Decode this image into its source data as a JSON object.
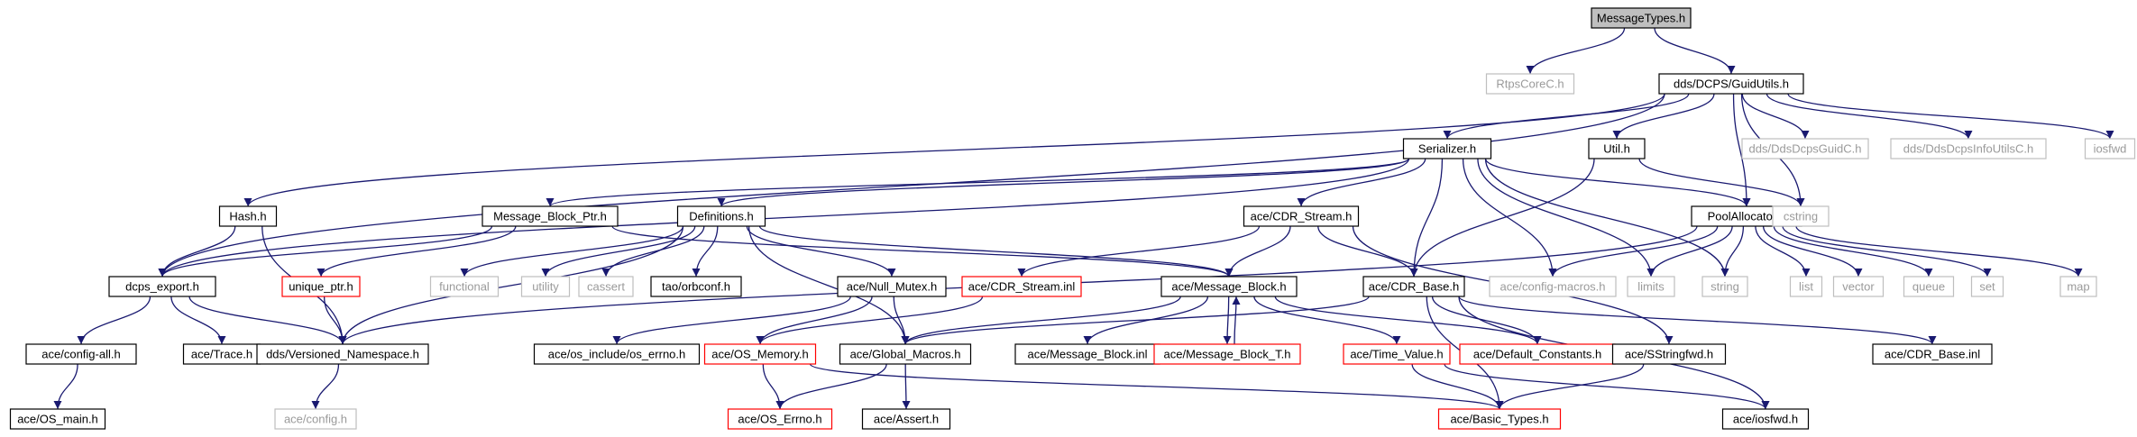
{
  "colors": {
    "edge": "#191970",
    "normal_border": "#000000",
    "missing_border": "#bfbfbf",
    "missing_text": "#9a9a9a",
    "broken_border": "#ff0000",
    "root_fill": "#bfbfbf",
    "text": "#000000"
  },
  "nodes": [
    {
      "id": "n_messagetypes",
      "label": "MessageTypes.h",
      "kind": "root"
    },
    {
      "id": "n_rtpscorec",
      "label": "RtpsCoreC.h",
      "kind": "missing"
    },
    {
      "id": "n_guidutils",
      "label": "dds/DCPS/GuidUtils.h",
      "kind": "normal"
    },
    {
      "id": "n_serializer",
      "label": "Serializer.h",
      "kind": "normal"
    },
    {
      "id": "n_util",
      "label": "Util.h",
      "kind": "normal"
    },
    {
      "id": "n_ddsdcpsguidc",
      "label": "dds/DdsDcpsGuidC.h",
      "kind": "missing"
    },
    {
      "id": "n_ddsdcpsinfoutilsc",
      "label": "dds/DdsDcpsInfoUtilsC.h",
      "kind": "missing"
    },
    {
      "id": "n_iosfwd",
      "label": "iosfwd",
      "kind": "missing"
    },
    {
      "id": "n_hash",
      "label": "Hash.h",
      "kind": "normal"
    },
    {
      "id": "n_mbptr",
      "label": "Message_Block_Ptr.h",
      "kind": "normal"
    },
    {
      "id": "n_definitions",
      "label": "Definitions.h",
      "kind": "normal"
    },
    {
      "id": "n_cdrstream",
      "label": "ace/CDR_Stream.h",
      "kind": "normal"
    },
    {
      "id": "n_poolalloc",
      "label": "PoolAllocator.h",
      "kind": "normal"
    },
    {
      "id": "n_cstring",
      "label": "cstring",
      "kind": "missing"
    },
    {
      "id": "n_dcpsexport",
      "label": "dcps_export.h",
      "kind": "normal"
    },
    {
      "id": "n_uniqueptr",
      "label": "unique_ptr.h",
      "kind": "broken"
    },
    {
      "id": "n_functional",
      "label": "functional",
      "kind": "missing"
    },
    {
      "id": "n_utility",
      "label": "utility",
      "kind": "missing"
    },
    {
      "id": "n_cassert",
      "label": "cassert",
      "kind": "missing"
    },
    {
      "id": "n_orbconf",
      "label": "tao/orbconf.h",
      "kind": "normal"
    },
    {
      "id": "n_nullmutex",
      "label": "ace/Null_Mutex.h",
      "kind": "normal"
    },
    {
      "id": "n_cdrstreaminl",
      "label": "ace/CDR_Stream.inl",
      "kind": "broken"
    },
    {
      "id": "n_msgblock",
      "label": "ace/Message_Block.h",
      "kind": "normal"
    },
    {
      "id": "n_cdrbase",
      "label": "ace/CDR_Base.h",
      "kind": "normal"
    },
    {
      "id": "n_configmacros",
      "label": "ace/config-macros.h",
      "kind": "missing"
    },
    {
      "id": "n_limits",
      "label": "limits",
      "kind": "missing"
    },
    {
      "id": "n_string",
      "label": "string",
      "kind": "missing"
    },
    {
      "id": "n_list",
      "label": "list",
      "kind": "missing"
    },
    {
      "id": "n_vector",
      "label": "vector",
      "kind": "missing"
    },
    {
      "id": "n_queue",
      "label": "queue",
      "kind": "missing"
    },
    {
      "id": "n_set",
      "label": "set",
      "kind": "missing"
    },
    {
      "id": "n_map",
      "label": "map",
      "kind": "missing"
    },
    {
      "id": "n_configall",
      "label": "ace/config-all.h",
      "kind": "normal"
    },
    {
      "id": "n_trace",
      "label": "ace/Trace.h",
      "kind": "normal"
    },
    {
      "id": "n_versionedns",
      "label": "dds/Versioned_Namespace.h",
      "kind": "normal"
    },
    {
      "id": "n_oserrnoinc",
      "label": "ace/os_include/os_errno.h",
      "kind": "normal"
    },
    {
      "id": "n_osmemory",
      "label": "ace/OS_Memory.h",
      "kind": "broken"
    },
    {
      "id": "n_globalmacros",
      "label": "ace/Global_Macros.h",
      "kind": "normal"
    },
    {
      "id": "n_msgblockinl",
      "label": "ace/Message_Block.inl",
      "kind": "normal"
    },
    {
      "id": "n_msgblockt",
      "label": "ace/Message_Block_T.h",
      "kind": "broken"
    },
    {
      "id": "n_timevalue",
      "label": "ace/Time_Value.h",
      "kind": "broken"
    },
    {
      "id": "n_defaultconst",
      "label": "ace/Default_Constants.h",
      "kind": "broken"
    },
    {
      "id": "n_sstringfwd",
      "label": "ace/SStringfwd.h",
      "kind": "normal"
    },
    {
      "id": "n_cdrbaseinl",
      "label": "ace/CDR_Base.inl",
      "kind": "normal"
    },
    {
      "id": "n_osmain",
      "label": "ace/OS_main.h",
      "kind": "normal"
    },
    {
      "id": "n_config",
      "label": "ace/config.h",
      "kind": "missing"
    },
    {
      "id": "n_oserrno",
      "label": "ace/OS_Errno.h",
      "kind": "broken"
    },
    {
      "id": "n_assert",
      "label": "ace/Assert.h",
      "kind": "normal"
    },
    {
      "id": "n_basictypes",
      "label": "ace/Basic_Types.h",
      "kind": "broken"
    },
    {
      "id": "n_aceiosfwd",
      "label": "ace/iosfwd.h",
      "kind": "normal"
    }
  ],
  "edges": [
    {
      "from": "n_messagetypes",
      "to": "n_rtpscorec"
    },
    {
      "from": "n_messagetypes",
      "to": "n_guidutils"
    },
    {
      "from": "n_guidutils",
      "to": "n_serializer"
    },
    {
      "from": "n_guidutils",
      "to": "n_util"
    },
    {
      "from": "n_guidutils",
      "to": "n_ddsdcpsguidc"
    },
    {
      "from": "n_guidutils",
      "to": "n_ddsdcpsinfoutilsc"
    },
    {
      "from": "n_guidutils",
      "to": "n_iosfwd"
    },
    {
      "from": "n_guidutils",
      "to": "n_dcpsexport"
    },
    {
      "from": "n_guidutils",
      "to": "n_poolalloc"
    },
    {
      "from": "n_guidutils",
      "to": "n_cstring"
    },
    {
      "from": "n_guidutils",
      "to": "n_hash"
    },
    {
      "from": "n_serializer",
      "to": "n_mbptr"
    },
    {
      "from": "n_serializer",
      "to": "n_definitions"
    },
    {
      "from": "n_serializer",
      "to": "n_cdrstream"
    },
    {
      "from": "n_serializer",
      "to": "n_poolalloc"
    },
    {
      "from": "n_serializer",
      "to": "n_cdrbase"
    },
    {
      "from": "n_serializer",
      "to": "n_configmacros"
    },
    {
      "from": "n_serializer",
      "to": "n_limits"
    },
    {
      "from": "n_serializer",
      "to": "n_string"
    },
    {
      "from": "n_serializer",
      "to": "n_dcpsexport"
    },
    {
      "from": "n_util",
      "to": "n_cdrbase"
    },
    {
      "from": "n_util",
      "to": "n_cstring"
    },
    {
      "from": "n_hash",
      "to": "n_dcpsexport"
    },
    {
      "from": "n_hash",
      "to": "n_versionedns"
    },
    {
      "from": "n_mbptr",
      "to": "n_dcpsexport"
    },
    {
      "from": "n_mbptr",
      "to": "n_uniqueptr"
    },
    {
      "from": "n_mbptr",
      "to": "n_msgblock"
    },
    {
      "from": "n_definitions",
      "to": "n_functional"
    },
    {
      "from": "n_definitions",
      "to": "n_utility"
    },
    {
      "from": "n_definitions",
      "to": "n_cassert"
    },
    {
      "from": "n_definitions",
      "to": "n_orbconf"
    },
    {
      "from": "n_definitions",
      "to": "n_nullmutex"
    },
    {
      "from": "n_definitions",
      "to": "n_versionedns"
    },
    {
      "from": "n_definitions",
      "to": "n_msgblock"
    },
    {
      "from": "n_definitions",
      "to": "n_globalmacros"
    },
    {
      "from": "n_cdrstream",
      "to": "n_cdrstreaminl"
    },
    {
      "from": "n_cdrstream",
      "to": "n_msgblock"
    },
    {
      "from": "n_cdrstream",
      "to": "n_cdrbase"
    },
    {
      "from": "n_cdrstream",
      "to": "n_sstringfwd"
    },
    {
      "from": "n_poolalloc",
      "to": "n_configmacros"
    },
    {
      "from": "n_poolalloc",
      "to": "n_limits"
    },
    {
      "from": "n_poolalloc",
      "to": "n_string"
    },
    {
      "from": "n_poolalloc",
      "to": "n_list"
    },
    {
      "from": "n_poolalloc",
      "to": "n_vector"
    },
    {
      "from": "n_poolalloc",
      "to": "n_queue"
    },
    {
      "from": "n_poolalloc",
      "to": "n_set"
    },
    {
      "from": "n_poolalloc",
      "to": "n_map"
    },
    {
      "from": "n_poolalloc",
      "to": "n_versionedns"
    },
    {
      "from": "n_dcpsexport",
      "to": "n_configall"
    },
    {
      "from": "n_dcpsexport",
      "to": "n_trace"
    },
    {
      "from": "n_dcpsexport",
      "to": "n_versionedns"
    },
    {
      "from": "n_uniqueptr",
      "to": "n_versionedns"
    },
    {
      "from": "n_nullmutex",
      "to": "n_oserrnoinc"
    },
    {
      "from": "n_nullmutex",
      "to": "n_osmemory"
    },
    {
      "from": "n_nullmutex",
      "to": "n_globalmacros"
    },
    {
      "from": "n_cdrstreaminl",
      "to": "n_osmemory"
    },
    {
      "from": "n_msgblock",
      "to": "n_globalmacros"
    },
    {
      "from": "n_msgblock",
      "to": "n_msgblockinl"
    },
    {
      "from": "n_msgblock",
      "to": "n_msgblockt"
    },
    {
      "from": "n_msgblock",
      "to": "n_timevalue"
    },
    {
      "from": "n_msgblock",
      "to": "n_defaultconst"
    },
    {
      "from": "n_msgblockt",
      "to": "n_msgblock"
    },
    {
      "from": "n_cdrbase",
      "to": "n_defaultconst"
    },
    {
      "from": "n_cdrbase",
      "to": "n_cdrbaseinl"
    },
    {
      "from": "n_cdrbase",
      "to": "n_globalmacros"
    },
    {
      "from": "n_cdrbase",
      "to": "n_basictypes"
    },
    {
      "from": "n_cdrbase",
      "to": "n_aceiosfwd"
    },
    {
      "from": "n_configall",
      "to": "n_osmain"
    },
    {
      "from": "n_versionedns",
      "to": "n_config"
    },
    {
      "from": "n_osmemory",
      "to": "n_oserrno"
    },
    {
      "from": "n_osmemory",
      "to": "n_basictypes"
    },
    {
      "from": "n_globalmacros",
      "to": "n_oserrno"
    },
    {
      "from": "n_globalmacros",
      "to": "n_assert"
    },
    {
      "from": "n_timevalue",
      "to": "n_basictypes"
    },
    {
      "from": "n_timevalue",
      "to": "n_aceiosfwd"
    },
    {
      "from": "n_sstringfwd",
      "to": "n_basictypes"
    }
  ]
}
